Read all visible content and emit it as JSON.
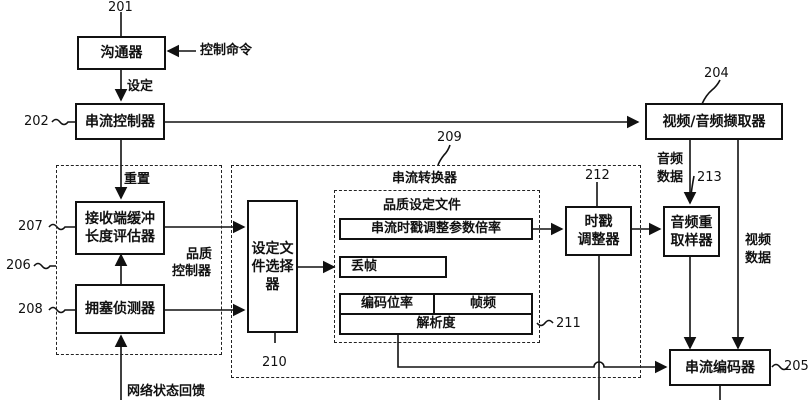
{
  "refs": {
    "r201": "201",
    "r202": "202",
    "r204": "204",
    "r205": "205",
    "r206": "206",
    "r207": "207",
    "r208": "208",
    "r209": "209",
    "r210": "210",
    "r211": "211",
    "r212": "212",
    "r213": "213"
  },
  "blocks": {
    "communicator": "沟通器",
    "stream_controller": "串流控制器",
    "video_audio_grabber": "视频/音频撷取器",
    "recv_buffer_line1": "接收端缓冲",
    "recv_buffer_line2": "长度评估器",
    "congestion_detector": "拥塞侦测器",
    "profile_selector_line1": "设定文",
    "profile_selector_line2": "件选择",
    "profile_selector_line3": "器",
    "timestamp_adjuster_line1": "时戳",
    "timestamp_adjuster_line2": "调整器",
    "audio_resampler_line1": "音频重",
    "audio_resampler_line2": "取样器",
    "stream_encoder": "串流编码器",
    "timestamp_multiplier": "串流时戳调整参数倍率",
    "drop_frame": "丢帧",
    "bitrate": "编码位率",
    "framerate": "帧频",
    "resolution": "解析度"
  },
  "labels": {
    "control_command": "控制命令",
    "setting": "设定",
    "reset": "重置",
    "quality_controller_line1": "品质",
    "quality_controller_line2": "控制器",
    "stream_converter": "串流转换器",
    "quality_profile": "品质设定文件",
    "audio_data_line1": "音频",
    "audio_data_line2": "数据",
    "video_data_line1": "视频",
    "video_data_line2": "数据",
    "network_feedback": "网络状态回馈"
  }
}
